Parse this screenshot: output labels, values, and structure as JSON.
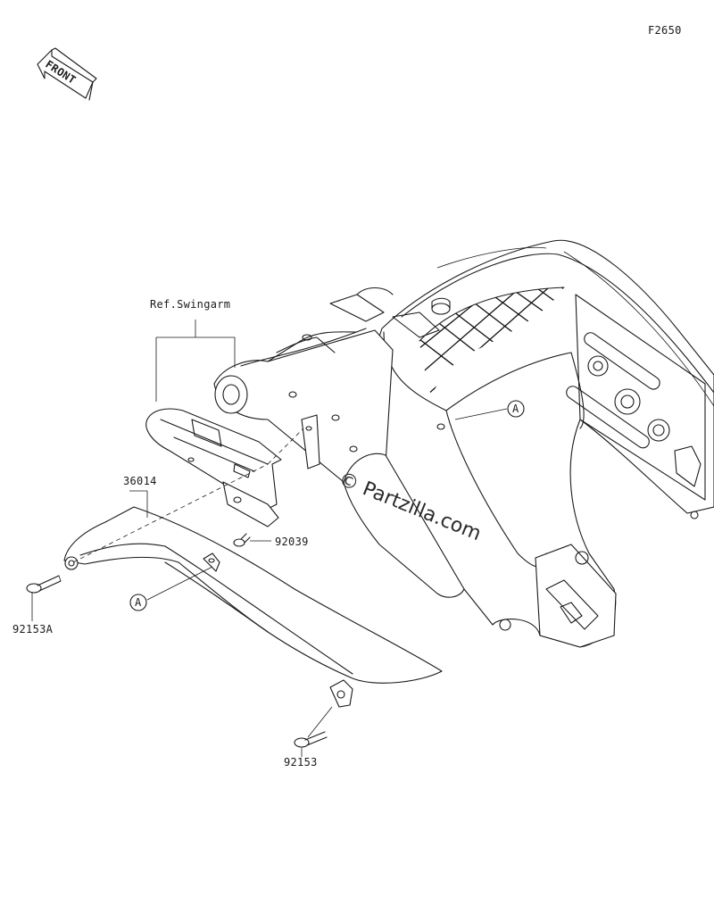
{
  "figure": {
    "code": "F2650",
    "front_arrow": "FRONT",
    "reference_label": "Ref.Swingarm",
    "watermark": "© Partzilla.com"
  },
  "callouts": [
    {
      "id": "p36014",
      "text": "36014"
    },
    {
      "id": "p92039",
      "text": "92039"
    },
    {
      "id": "p92153A",
      "text": "92153A"
    },
    {
      "id": "p92153",
      "text": "92153"
    }
  ],
  "view_markers": [
    {
      "id": "a1",
      "text": "A"
    },
    {
      "id": "a2",
      "text": "A"
    }
  ]
}
